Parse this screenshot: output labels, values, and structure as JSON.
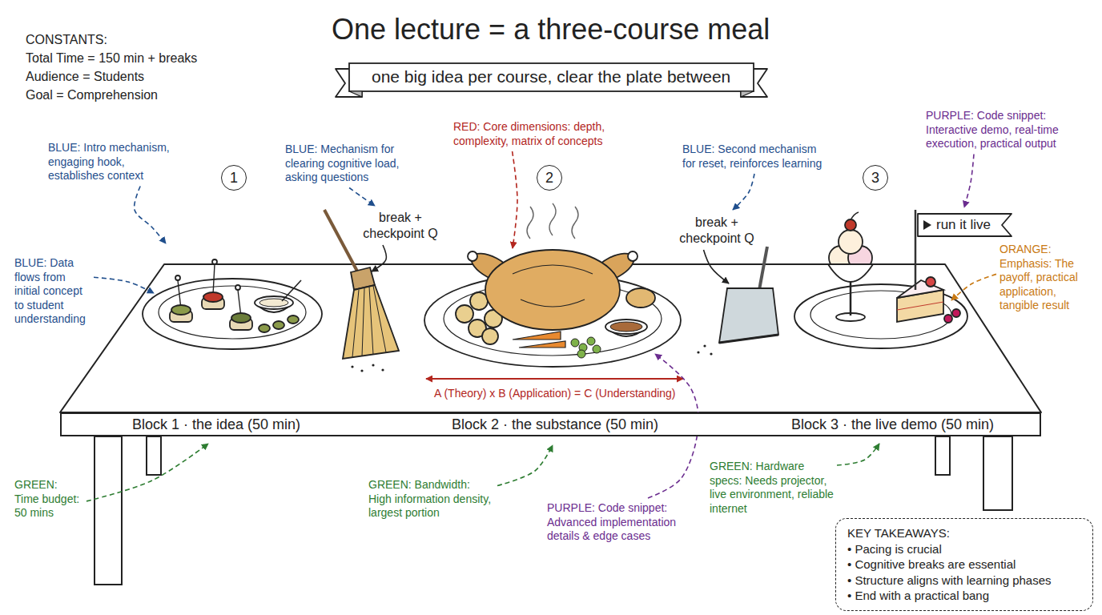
{
  "diagram": {
    "title": "One lecture = a three-course meal",
    "nodes": [
      {
        "text": [
          "one big idea per course, clear the plate between"
        ]
      },
      {
        "text": [
          "1"
        ]
      },
      {
        "text": [
          "2"
        ]
      },
      {
        "text": [
          "3"
        ]
      },
      {
        "text": [
          "run it live"
        ]
      },
      {
        "text": [
          "Block 1 · the idea (50 min)",
          "Block 2 · the substance (50 min)",
          "Block 3 · the live demo (50 min)"
        ]
      },
      {
        "text": [
          "KEY TAKEAWAYS:",
          "• Pacing is crucial",
          "• Cognitive breaks are essential",
          "• Structure aligns with learning phases",
          "• End with a practical bang"
        ]
      }
    ],
    "labels": [
      "CONSTANTS:",
      "Total Time = 150 min + breaks",
      "Audience = Students",
      "Goal = Comprehension",
      "BLUE: Intro mechanism, engaging hook, establishes context",
      "BLUE: Data flows from initial concept to student understanding",
      "BLUE: Mechanism for clearing cognitive load, asking questions",
      "break + checkpoint Q",
      "RED: Core dimensions: depth, complexity, matrix of concepts",
      "BLUE: Second mechanism for reset, reinforces learning",
      "break + checkpoint Q",
      "PURPLE: Code snippet: Interactive demo, real-time execution, practical output",
      "ORANGE: Emphasis: The payoff, practical application, tangible result",
      "A (Theory) x B (Application) = C (Understanding)",
      "GREEN: Time budget: 50 mins",
      "GREEN: Bandwidth: High information density, largest portion",
      "PURPLE: Code snippet: Advanced implementation details & edge cases",
      "GREEN: Hardware specs: Needs projector, live environment, reliable internet"
    ]
  }
}
